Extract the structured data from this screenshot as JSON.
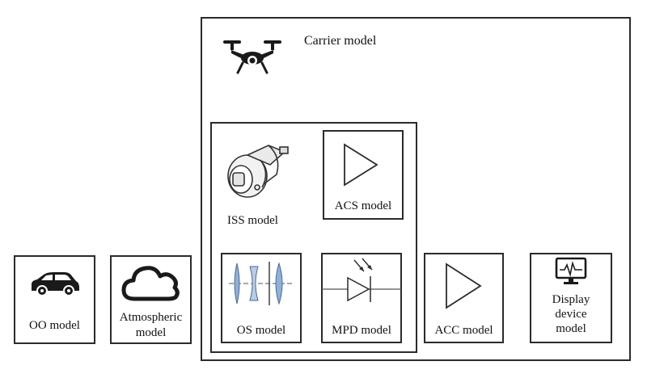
{
  "carrier": {
    "label": "Carrier model",
    "icon": "drone-icon"
  },
  "payload_group": {
    "iss": {
      "label": "ISS model",
      "icon": "gimbal-camera-icon"
    },
    "acs": {
      "label": "ACS model",
      "icon": "amplifier-triangle-icon"
    },
    "os": {
      "label": "OS model",
      "icon": "lens-group-icon"
    },
    "mpd": {
      "label": "MPD model",
      "icon": "photodiode-icon"
    }
  },
  "acc": {
    "label": "ACC model",
    "icon": "amplifier-triangle-icon"
  },
  "display": {
    "label_lines": [
      "Display",
      "device",
      "model"
    ],
    "icon": "monitor-icon"
  },
  "oo": {
    "label": "OO model",
    "icon": "car-icon"
  },
  "atmos": {
    "label_lines": [
      "Atmospheric",
      "model"
    ],
    "icon": "cloud-icon"
  },
  "colors": {
    "border": "#2b2b2b",
    "lens_fill": "#8fb0d8",
    "icon": "#1a1a1a"
  }
}
